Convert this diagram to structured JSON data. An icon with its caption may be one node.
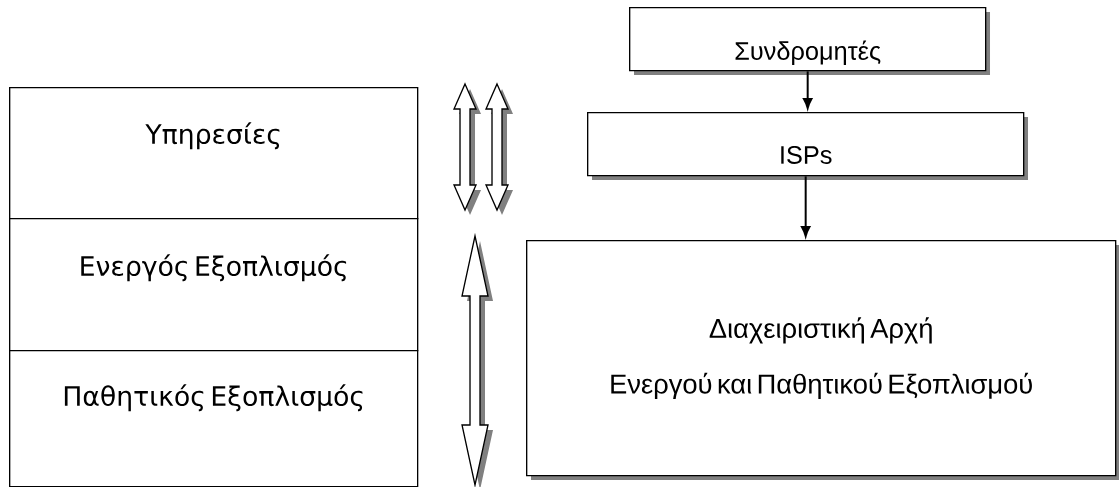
{
  "diagram": {
    "nodes": [
      {
        "text": [
          "Υπηρεσίες"
        ]
      },
      {
        "text": [
          "Ενεργός Εξοπλισμός"
        ]
      },
      {
        "text": [
          "Παθητικός Εξοπλισμός"
        ]
      },
      {
        "text": [
          "Συνδρομητές"
        ]
      },
      {
        "text": [
          "ISPs"
        ]
      },
      {
        "text": [
          "Διαχειριστική Αρχή",
          "Ενεργού και Παθητικού Εξοπλισμού"
        ]
      }
    ],
    "edges": [
      {
        "from": 3,
        "to": 4,
        "arrow": "to"
      },
      {
        "from": 4,
        "to": 5,
        "arrow": "to"
      }
    ]
  }
}
